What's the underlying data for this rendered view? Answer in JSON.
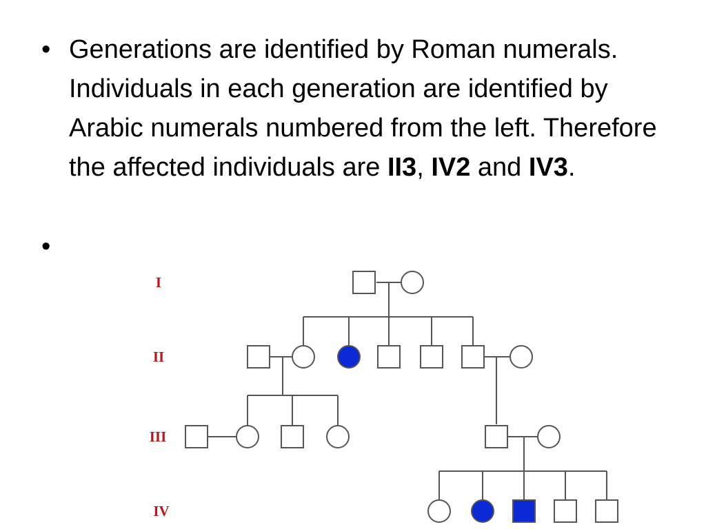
{
  "slide": {
    "bullet1": {
      "intro": "Generations are identified by Roman numerals. Individuals in each generation are identified by Arabic numerals numbered from the left. Therefore the affected individuals are ",
      "affected_1": "II3",
      "sep_1": ", ",
      "affected_2": "IV2",
      "sep_2": " and ",
      "affected_3": "IV3",
      "end": "."
    },
    "bullet_glyph": "•"
  },
  "pedigree": {
    "colors": {
      "label": "#c0141c",
      "line": "#555555",
      "affected": "#0a2ad6",
      "unaffected": "#ffffff"
    },
    "generation_labels": [
      "I",
      "II",
      "III",
      "IV"
    ],
    "individuals": [
      {
        "gen": "I",
        "sex": "male",
        "affected": false
      },
      {
        "gen": "I",
        "sex": "female",
        "affected": false
      },
      {
        "gen": "II",
        "sex": "male",
        "affected": false
      },
      {
        "gen": "II",
        "sex": "female",
        "affected": false
      },
      {
        "gen": "II",
        "sex": "female",
        "affected": true
      },
      {
        "gen": "II",
        "sex": "male",
        "affected": false
      },
      {
        "gen": "II",
        "sex": "male",
        "affected": false
      },
      {
        "gen": "II",
        "sex": "male",
        "affected": false
      },
      {
        "gen": "II",
        "sex": "female",
        "affected": false
      },
      {
        "gen": "III",
        "sex": "male",
        "affected": false
      },
      {
        "gen": "III",
        "sex": "female",
        "affected": false
      },
      {
        "gen": "III",
        "sex": "male",
        "affected": false
      },
      {
        "gen": "III",
        "sex": "female",
        "affected": false
      },
      {
        "gen": "III",
        "sex": "male",
        "affected": false
      },
      {
        "gen": "III",
        "sex": "female",
        "affected": false
      },
      {
        "gen": "IV",
        "sex": "female",
        "affected": false
      },
      {
        "gen": "IV",
        "sex": "female",
        "affected": true
      },
      {
        "gen": "IV",
        "sex": "male",
        "affected": true
      },
      {
        "gen": "IV",
        "sex": "male",
        "affected": false
      },
      {
        "gen": "IV",
        "sex": "male",
        "affected": false
      }
    ]
  }
}
